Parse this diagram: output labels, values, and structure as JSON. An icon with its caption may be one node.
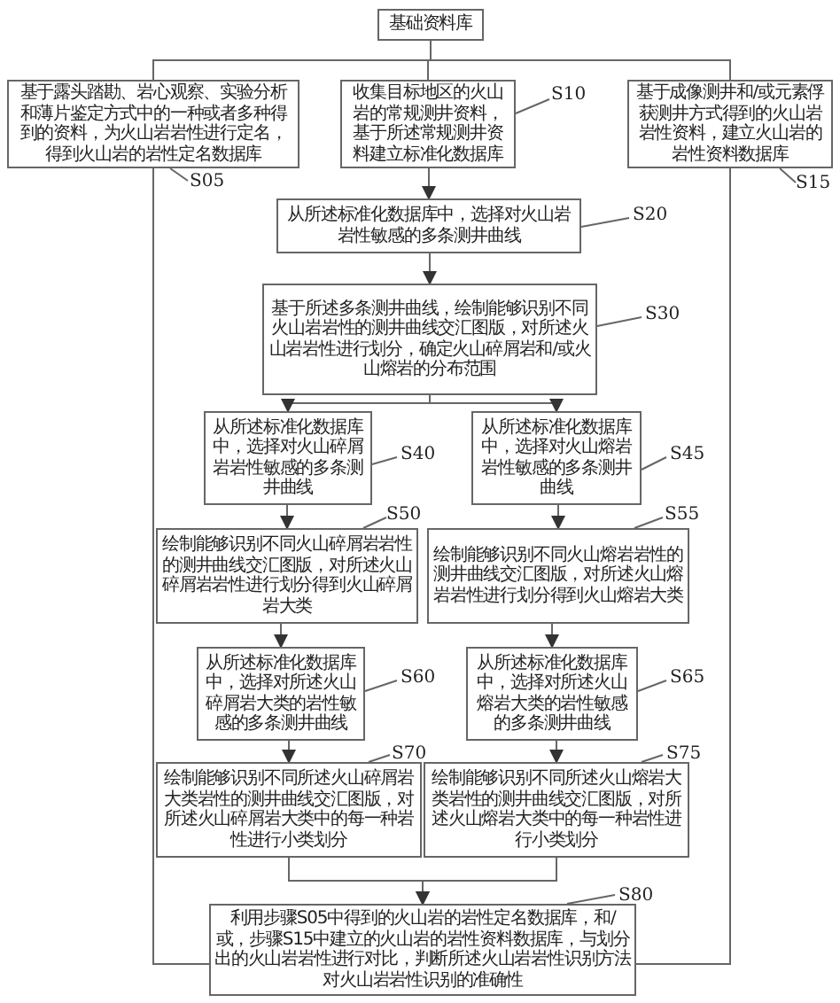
{
  "diagram": {
    "nodes": [
      {
        "text": [
          "基础资料库"
        ]
      },
      {
        "text": [
          "基于露头踏勘、岩心观察、实验分析和薄片鉴定方式中的一种或者多种得到的资料，为火山岩岩性进行定名，得到火山岩的岩性定名数据库"
        ]
      },
      {
        "text": [
          "收集目标地区的火山岩的常规测井资料，基于所述常规测井资料建立标准化数据库"
        ]
      },
      {
        "text": [
          "基于成像测井和/或元素俘获测井方式得到的火山岩岩性资料，建立火山岩的岩性资料数据库"
        ]
      },
      {
        "text": [
          "从所述标准化数据库中，选择对火山岩岩性敏感的多条测井曲线"
        ]
      },
      {
        "text": [
          "基于所述多条测井曲线，绘制能够识别不同火山岩岩性的测井曲线交汇图版，对所述火山岩岩性进行划分，确定火山碎屑岩和/或火山熔岩的分布范围"
        ]
      },
      {
        "text": [
          "从所述标准化数据库中，选择对火山碎屑岩岩性敏感的多条测井曲线"
        ]
      },
      {
        "text": [
          "从所述标准化数据库中，选择对火山熔岩岩性敏感的多条测井曲线"
        ]
      },
      {
        "text": [
          "绘制能够识别不同火山碎屑岩岩性的测井曲线交汇图版，对所述火山碎屑岩岩性进行划分得到火山碎屑岩大类"
        ]
      },
      {
        "text": [
          "绘制能够识别不同火山熔岩岩性的测井曲线交汇图版，对所述火山熔岩岩性进行划分得到火山熔岩大类"
        ]
      },
      {
        "text": [
          "从所述标准化数据库中，选择对所述火山碎屑岩大类的岩性敏感的多条测井曲线"
        ]
      },
      {
        "text": [
          "从所述标准化数据库中，选择对所述火山熔岩大类的岩性敏感的多条测井曲线"
        ]
      },
      {
        "text": [
          "绘制能够识别不同所述火山碎屑岩大类岩性的测井曲线交汇图版，对所述火山碎屑岩大类中的每一种岩性进行小类划分"
        ]
      },
      {
        "text": [
          "绘制能够识别不同所述火山熔岩大类岩性的测井曲线交汇图版，对所述火山熔岩大类中的每一种岩性进行小类划分"
        ]
      },
      {
        "text": [
          "利用步骤S05中得到的火山岩的岩性定名数据库，和/或，步骤S15中建立的火山岩的岩性资料数据库，与划分出的火山岩岩性进行对比，判断所述火山岩岩性识别方法对火山岩岩性识别的准确性"
        ]
      },
      {
        "text": [
          "S05"
        ]
      },
      {
        "text": [
          "S10"
        ]
      },
      {
        "text": [
          "S15"
        ]
      },
      {
        "text": [
          "S20"
        ]
      },
      {
        "text": [
          "S30"
        ]
      },
      {
        "text": [
          "S40"
        ]
      },
      {
        "text": [
          "S45"
        ]
      },
      {
        "text": [
          "S50"
        ]
      },
      {
        "text": [
          "S55"
        ]
      },
      {
        "text": [
          "S60"
        ]
      },
      {
        "text": [
          "S65"
        ]
      },
      {
        "text": [
          "S70"
        ]
      },
      {
        "text": [
          "S75"
        ]
      },
      {
        "text": [
          "S80"
        ]
      }
    ],
    "edges": [
      {
        "from": 0,
        "to": 1,
        "arrow": "none"
      },
      {
        "from": 0,
        "to": 2,
        "arrow": "none"
      },
      {
        "from": 0,
        "to": 3,
        "arrow": "none"
      },
      {
        "from": 2,
        "to": 4,
        "arrow": "to"
      },
      {
        "from": 4,
        "to": 5,
        "arrow": "to"
      },
      {
        "from": 5,
        "to": 6,
        "arrow": "to"
      },
      {
        "from": 5,
        "to": 7,
        "arrow": "to"
      },
      {
        "from": 6,
        "to": 8,
        "arrow": "to"
      },
      {
        "from": 7,
        "to": 9,
        "arrow": "to"
      },
      {
        "from": 8,
        "to": 10,
        "arrow": "to"
      },
      {
        "from": 9,
        "to": 11,
        "arrow": "to"
      },
      {
        "from": 10,
        "to": 12,
        "arrow": "to"
      },
      {
        "from": 11,
        "to": 13,
        "arrow": "to"
      },
      {
        "from": 12,
        "to": 14,
        "arrow": "to"
      },
      {
        "from": 13,
        "to": 14,
        "arrow": "to"
      },
      {
        "from": 1,
        "to": 14,
        "arrow": "none"
      },
      {
        "from": 3,
        "to": 14,
        "arrow": "none"
      },
      {
        "from": 15,
        "to": 1,
        "arrow": "none"
      },
      {
        "from": 16,
        "to": 2,
        "arrow": "none"
      },
      {
        "from": 17,
        "to": 3,
        "arrow": "none"
      },
      {
        "from": 18,
        "to": 4,
        "arrow": "none"
      },
      {
        "from": 19,
        "to": 5,
        "arrow": "none"
      },
      {
        "from": 20,
        "to": 6,
        "arrow": "none"
      },
      {
        "from": 21,
        "to": 7,
        "arrow": "none"
      },
      {
        "from": 22,
        "to": 8,
        "arrow": "none"
      },
      {
        "from": 23,
        "to": 9,
        "arrow": "none"
      },
      {
        "from": 24,
        "to": 10,
        "arrow": "none"
      },
      {
        "from": 25,
        "to": 11,
        "arrow": "none"
      },
      {
        "from": 26,
        "to": 12,
        "arrow": "none"
      },
      {
        "from": 27,
        "to": 13,
        "arrow": "none"
      },
      {
        "from": 28,
        "to": 14,
        "arrow": "none"
      }
    ]
  }
}
